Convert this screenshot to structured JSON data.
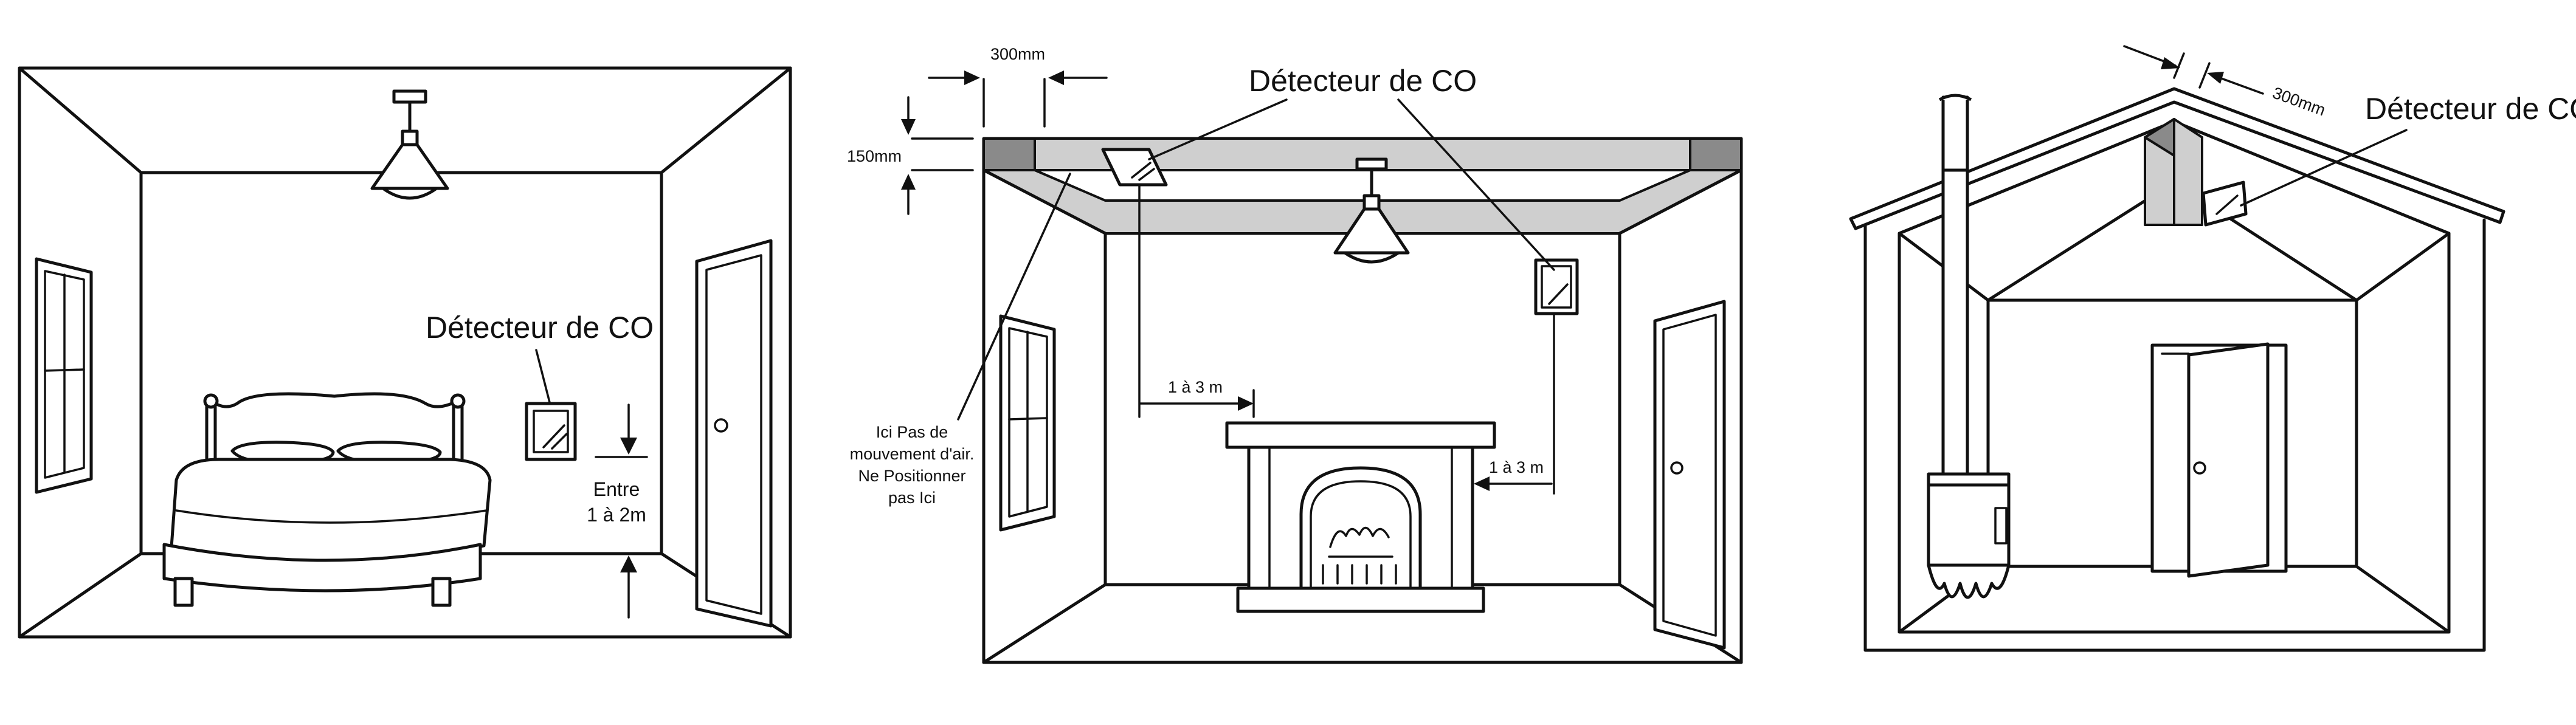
{
  "panel1": {
    "detector_label": "Détecteur de CO",
    "height_label_line1": "Entre",
    "height_label_line2": "1 à 2m"
  },
  "panel2": {
    "detector_label": "Détecteur de CO",
    "dim_horizontal": "300mm",
    "dim_vertical": "150mm",
    "distance_left": "1 à 3 m",
    "distance_right": "1 à 3 m",
    "no_airflow_line1": "Ici Pas de",
    "no_airflow_line2": "mouvement d'air.",
    "no_airflow_line3": "Ne Positionner",
    "no_airflow_line4": "pas Ici"
  },
  "panel3": {
    "detector_label": "Détecteur de CO",
    "dim_slope": "300mm"
  },
  "colors": {
    "line": "#111111",
    "shaded_zone": "#cfcfcf",
    "dark_corner": "#8a8a8a",
    "background": "#ffffff"
  }
}
